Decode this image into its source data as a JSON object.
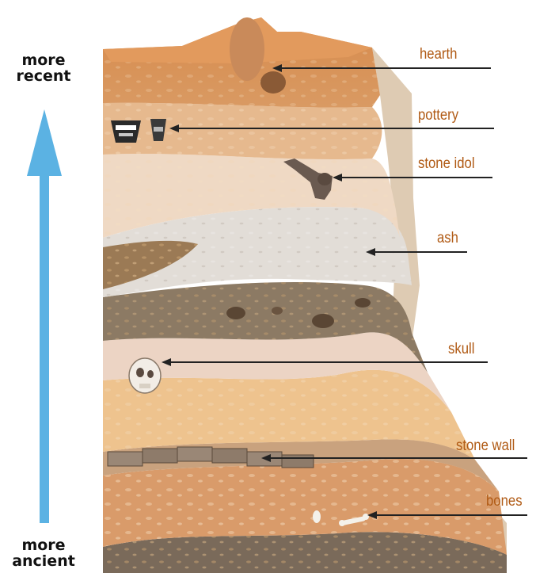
{
  "time_axis": {
    "top_label": "more recent",
    "top_lines": [
      "more",
      "recent"
    ],
    "bottom_label": "more ancient",
    "bottom_lines": [
      "more",
      "ancient"
    ],
    "arrow_color": "#5bb2e3"
  },
  "layers": [
    {
      "label": "hearth"
    },
    {
      "label": "pottery"
    },
    {
      "label": "stone idol"
    },
    {
      "label": "ash"
    },
    {
      "label": "skull"
    },
    {
      "label": "stone wall"
    },
    {
      "label": "bones"
    }
  ],
  "colors": {
    "label_text": "#b05a14",
    "pointer_line": "#222222"
  }
}
